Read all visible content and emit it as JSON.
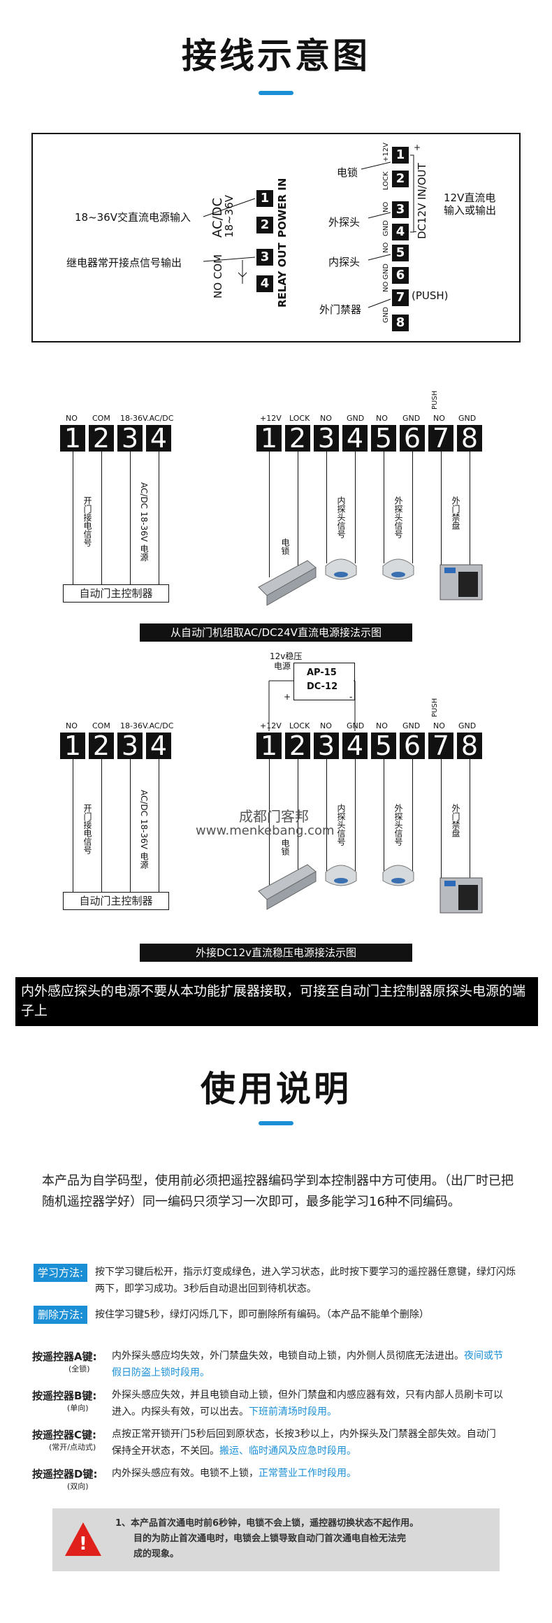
{
  "section1": {
    "title": "接线示意图"
  },
  "diagram1": {
    "labels": {
      "power_in_desc": "18~36V交直流电源输入",
      "relay_desc": "继电器常开接点信号输出",
      "acdc": "AC/DC",
      "volt_range": "18~36V",
      "power_in": "POWER IN",
      "no_com": "NO  COM",
      "relay_out": "RELAY OUT",
      "lock": "电锁",
      "outer_probe": "外探头",
      "inner_probe": "内探头",
      "outer_access": "外门禁器",
      "dc12v": "DC12V IN/OUT",
      "dc12v_desc_1": "12V直流电",
      "dc12v_desc_2": "输入或输出",
      "push": "(PUSH)",
      "plus": "+",
      "minus": "-",
      "pin_12v": "+12V",
      "pin_lock": "LOCK",
      "pin_gnd": "GND",
      "pin_no": "NO"
    },
    "left_pins": [
      "1",
      "2",
      "3",
      "4"
    ],
    "right_pins": [
      "1",
      "2",
      "3",
      "4",
      "5",
      "6",
      "7",
      "8"
    ]
  },
  "diagram2": {
    "left_headers": [
      "NO",
      "COM",
      "18-36V.AC/DC",
      ""
    ],
    "right_headers": [
      "+12V",
      "LOCK",
      "NO",
      "GND",
      "NO",
      "GND",
      "NO",
      "GND"
    ],
    "push_label": "PUSH",
    "left_terminals": [
      "1",
      "2",
      "3",
      "4"
    ],
    "right_terminals": [
      "1",
      "2",
      "3",
      "4",
      "5",
      "6",
      "7",
      "8"
    ],
    "wire_labels": {
      "open_signal": "开门接电信号",
      "acdc_power": "AC/DC 18-36V 电源",
      "lock": "电锁",
      "inner_probe": "内探头信号",
      "outer_probe": "外探头信号",
      "outer_access": "外门禁盘"
    },
    "controller": "自动门主控制器",
    "caption": "从自动门机组取AC/DC24V直流电源接法示图"
  },
  "diagram3": {
    "regulator_label_1": "12v稳压",
    "regulator_label_2": "电源",
    "regulator_model_1": "AP-15",
    "regulator_model_2": "DC-12",
    "plus": "+",
    "minus": "-",
    "watermark_1": "成都门客邦",
    "watermark_2": "www.menkebang.com",
    "caption": "外接DC12v直流稳压电源接法示图"
  },
  "notice": "内外感应探头的电源不要从本功能扩展器接取，可接至自动门主控制器原探头电源的端子上",
  "section2": {
    "title": "使用说明"
  },
  "intro": "本产品为自学码型，使用前必须把遥控器编码学到本控制器中方可使用。（出厂时已把随机遥控器学好）同一编码只须学习一次即可，最多能学习16种不同编码。",
  "learn": {
    "tag": "学习方法:",
    "text": "按下学习键后松开，指示灯变成绿色，进入学习状态，此时按下要学习的遥控器任意键，绿灯闪烁两下，即学习成功。3秒后自动退出回到待机状态。"
  },
  "delete": {
    "tag": "删除方法:",
    "text": "按住学习键5秒，绿灯闪烁几下，即可删除所有编码。（本产品不能单个删除）"
  },
  "keys": [
    {
      "name": "按遥控器A键:",
      "sub": "(全锁)",
      "text": "内外探头感应均失效，外门禁盘失效，电锁自动上锁，内外侧人员彻底无法进出。",
      "highlight": "夜间或节假日防盗上锁时段用。"
    },
    {
      "name": "按遥控器B键:",
      "sub": "(单向)",
      "text": "外探头感应失效，并且电锁自动上锁，但外门禁盘和内感应器有效，只有内部人员刷卡可以进入。内探头有效，可以出去。",
      "highlight": "下班前清场时段用。"
    },
    {
      "name": "按遥控器C键:",
      "sub": "(常开/点动式)",
      "text": "点按正常开锁开门5秒后回到原状态，长按3秒以上，内外探头及门禁器全部失效。自动门保持全开状态，不关回。",
      "highlight": "搬运、临时通风及应急时段用。"
    },
    {
      "name": "按遥控器D键:",
      "sub": "(双向)",
      "text": "内外探头感应有效。电锁不上锁，",
      "highlight": "正常营业工作时段用。"
    }
  ],
  "warning": {
    "icon": "!",
    "text_1": "1、本产品首次通电时前6秒钟，电锁不会上锁，遥控器切换状态不起作用。",
    "text_2": "目的为防止首次通电时，电锁会上锁导致自动门首次通电自检无法完",
    "text_3": "成的现象。"
  },
  "colors": {
    "accent": "#1a8fd6",
    "black": "#111111",
    "warning_bg": "#d9d9d9",
    "warning_red": "#e0201a"
  }
}
